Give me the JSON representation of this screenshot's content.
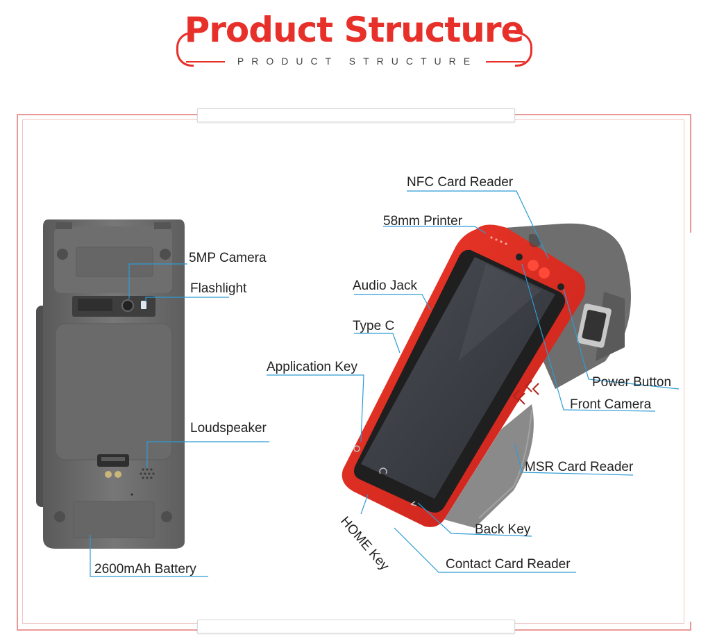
{
  "header": {
    "title": "Product Structure",
    "subtitle": "PRODUCT STRUCTURE"
  },
  "colors": {
    "accent": "#e8302a",
    "device_red": "#e0291f",
    "device_gray": "#6c6c6c",
    "screen": "#3a3d42",
    "callout_line": "#2f9bd4"
  },
  "back_view": {
    "labels": {
      "camera": "5MP Camera",
      "flashlight": "Flashlight",
      "loudspeaker": "Loudspeaker",
      "battery": "2600mAh Battery"
    }
  },
  "front_view": {
    "labels": {
      "nfc": "NFC Card Reader",
      "printer": "58mm Printer",
      "audio_jack": "Audio Jack",
      "type_c": "Type C",
      "app_key": "Application Key",
      "power": "Power Button",
      "front_camera": "Front Camera",
      "msr": "MSR Card Reader",
      "back_key": "Back Key",
      "contact": "Contact Card Reader",
      "home_key": "HOME Key"
    }
  }
}
